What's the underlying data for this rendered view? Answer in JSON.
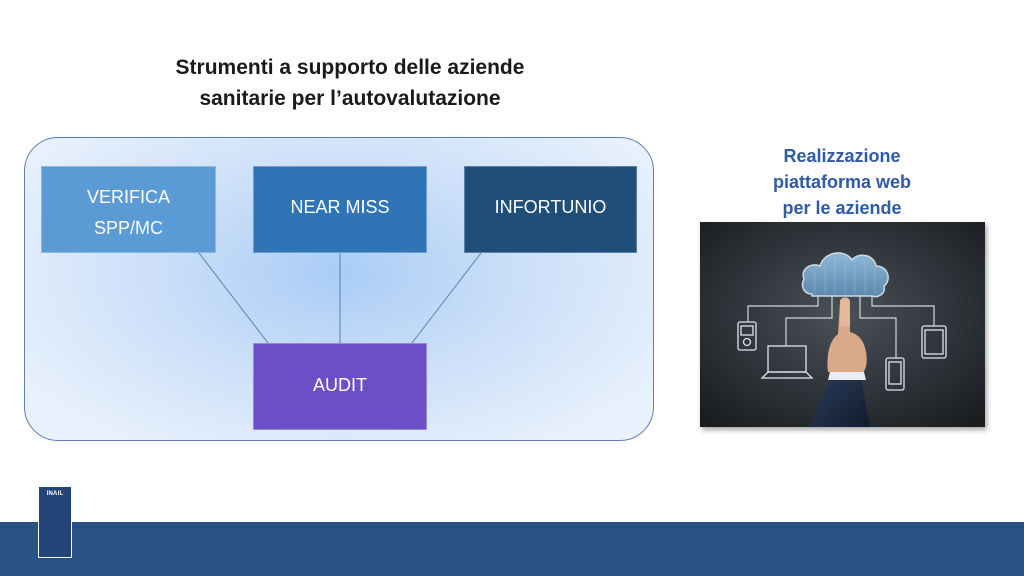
{
  "title": {
    "line1": "Strumenti a supporto delle aziende",
    "line2": "sanitarie per l’autovalutazione"
  },
  "boxes": {
    "verifica": {
      "line1": "VERIFICA",
      "line2": "SPP/MC"
    },
    "near_miss": {
      "label": "NEAR MISS"
    },
    "infortunio": {
      "label": "INFORTUNIO"
    },
    "audit": {
      "label": "AUDIT"
    }
  },
  "side_caption": {
    "line1": "Realizzazione",
    "line2": "piattaforma web",
    "line3": "per le aziende"
  },
  "logo": {
    "text": "INAIL"
  },
  "colors": {
    "verifica": "#5b9bd5",
    "near_miss": "#2f75b5",
    "infortunio": "#1f4e79",
    "audit": "#6a4fc6",
    "caption": "#2e5aa6",
    "footer": "#2a5184"
  },
  "icons": [
    "cloud-icon",
    "pointing-hand-icon",
    "laptop-icon",
    "tablet-icon",
    "smartphone-icon",
    "media-player-icon"
  ]
}
